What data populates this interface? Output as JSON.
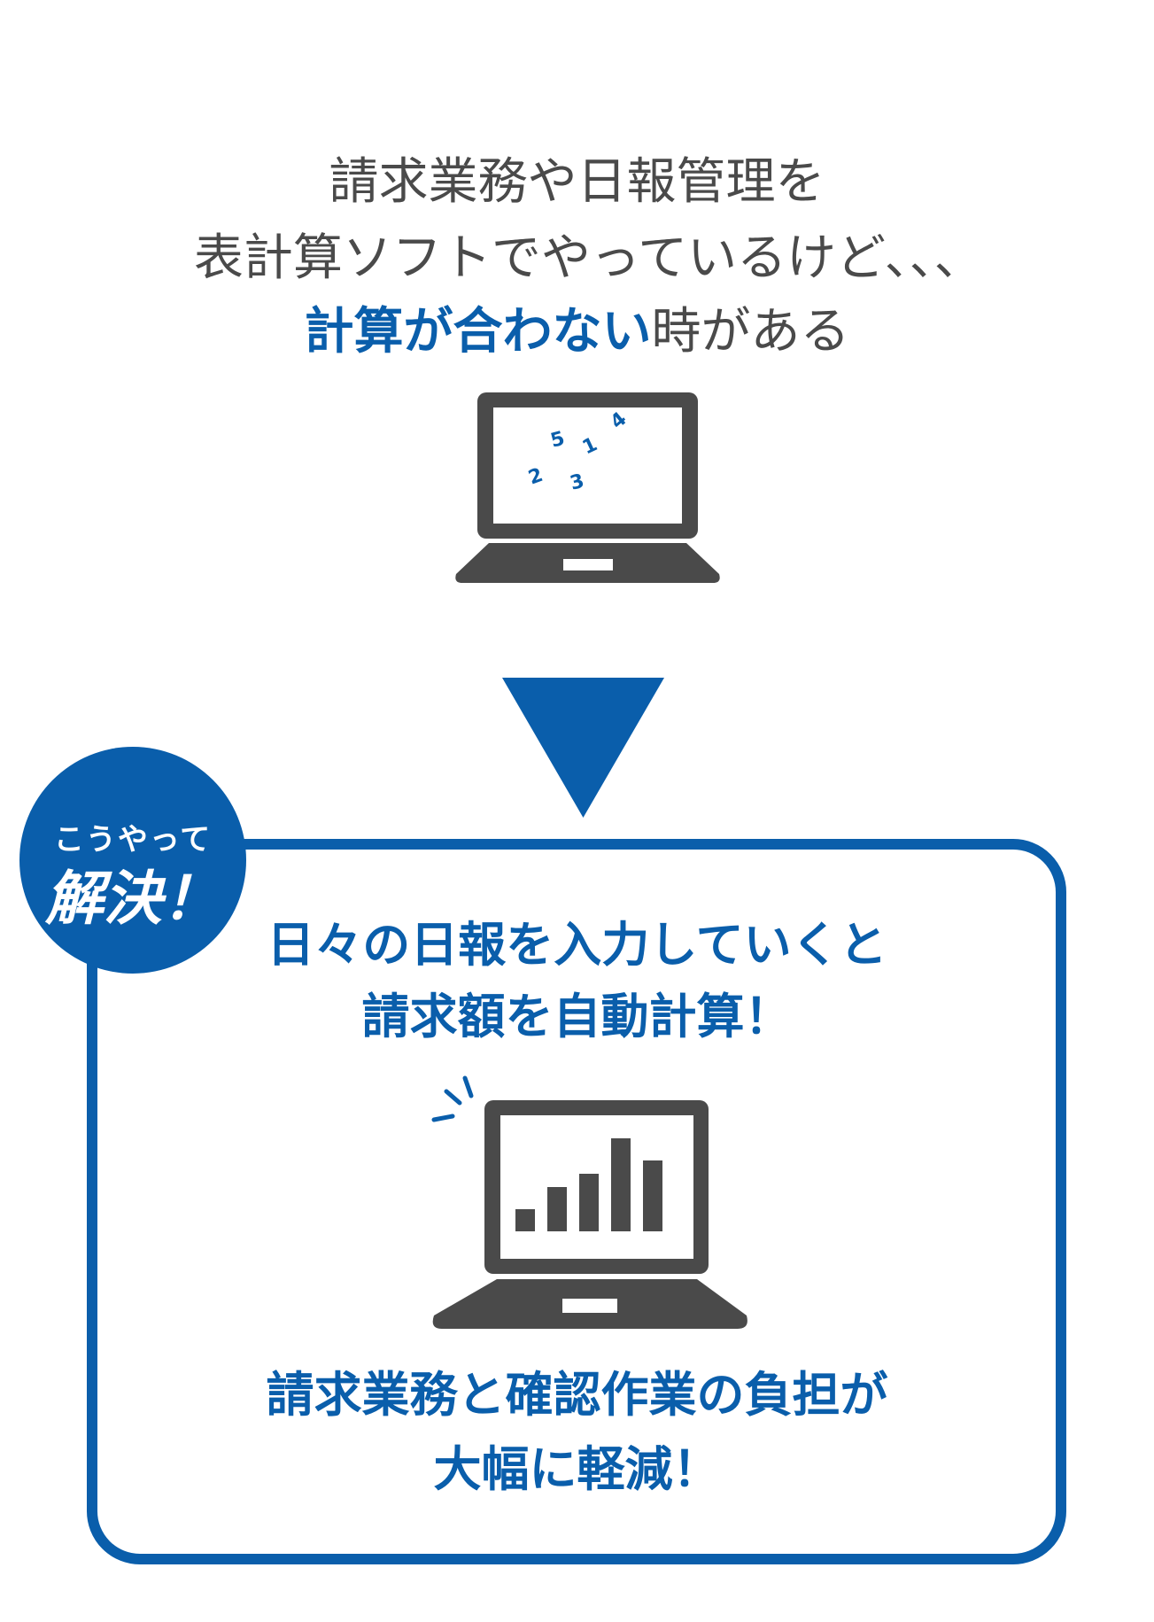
{
  "problem": {
    "line1": "請求業務や日報管理を",
    "line2": "表計算ソフトでやっているけど､､､",
    "line3_accent": "計算が合わない",
    "line3_rest": "時がある",
    "screen_numbers": [
      "5",
      "1",
      "4",
      "2",
      "3"
    ]
  },
  "badge": {
    "small": "こうやって",
    "big": "解決！"
  },
  "solution": {
    "heading_line1": "日々の日報を入力していくと",
    "heading_line2": "請求額を自動計算！",
    "bar_values": [
      1,
      2,
      2.6,
      4.2,
      3.2
    ],
    "result_line1": "請求業務と確認作業の負担が",
    "result_line2": "大幅に軽減！"
  },
  "colors": {
    "accent": "#0a5eab",
    "laptop": "#4a4a4a",
    "text": "#4a4a4a"
  }
}
